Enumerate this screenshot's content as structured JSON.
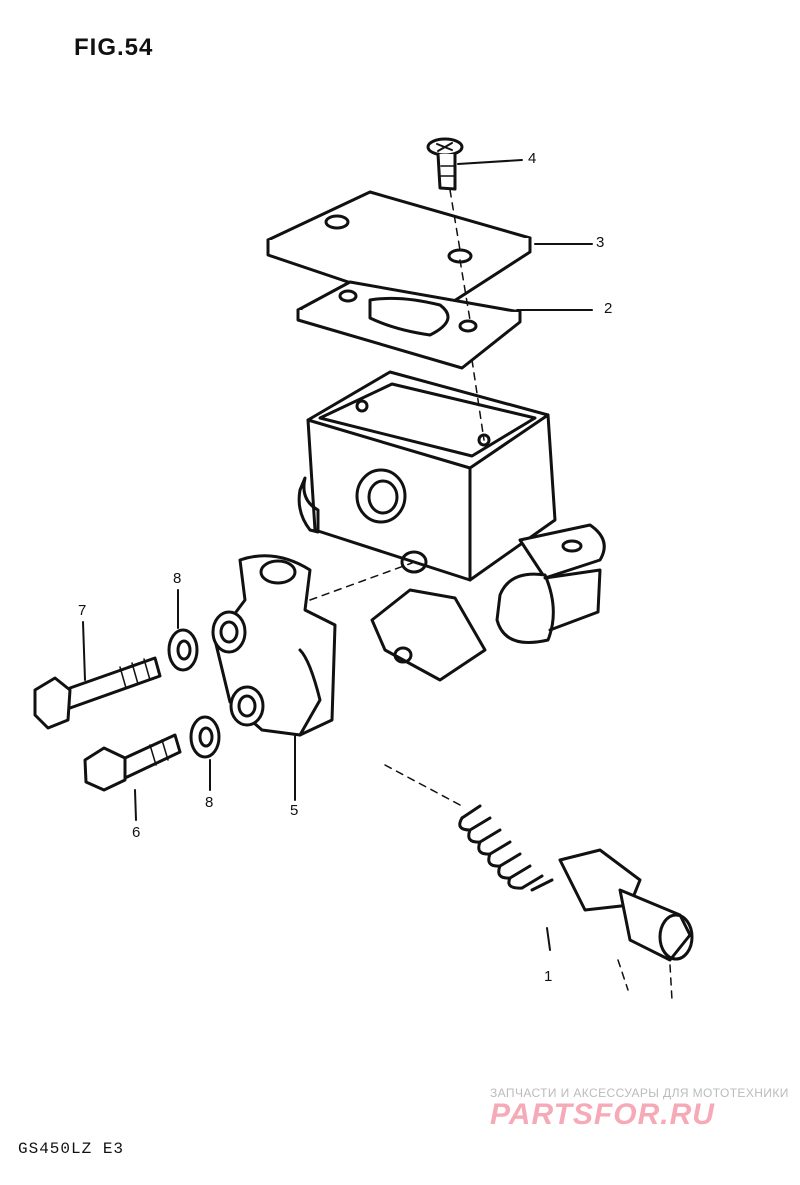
{
  "figure": {
    "title": "FIG.54",
    "model_code": "GS450LZ E3"
  },
  "parts": [
    {
      "ref": "4"
    },
    {
      "ref": "3"
    },
    {
      "ref": "2"
    },
    {
      "ref": "8"
    },
    {
      "ref": "7"
    },
    {
      "ref": "8"
    },
    {
      "ref": "6"
    },
    {
      "ref": "5"
    },
    {
      "ref": "1"
    }
  ],
  "watermark": {
    "tagline": "ЗАПЧАСТИ И АКСЕССУАРЫ ДЛЯ МОТОТЕХНИКИ",
    "brand": "PARTSFOR.RU"
  },
  "colors": {
    "ink": "#111111",
    "watermark_brand": "#f6a9b6",
    "watermark_text": "#bbbbbb"
  }
}
